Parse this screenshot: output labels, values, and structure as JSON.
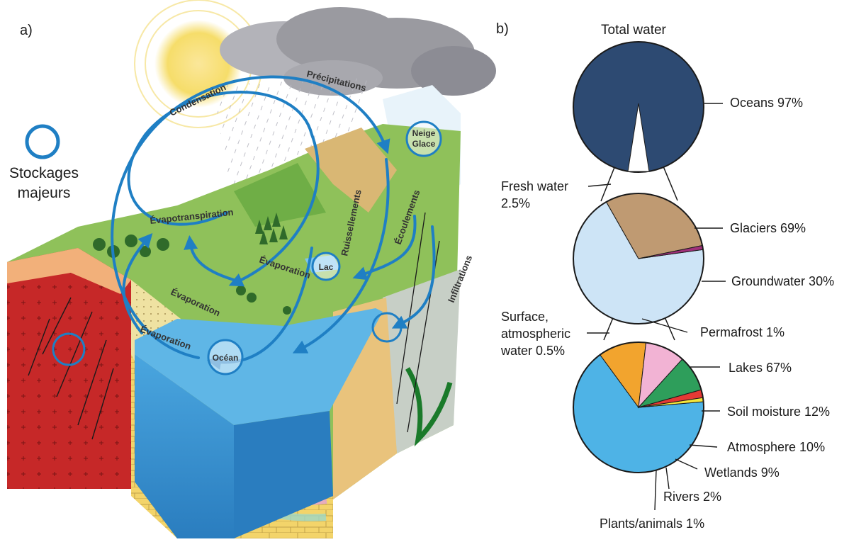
{
  "panel_a": {
    "label": "a)",
    "legend_line1": "Stockages",
    "legend_line2": "majeurs",
    "flows": {
      "condensation": "Condensation",
      "precipitations": "Précipitations",
      "evapotranspiration": "Évapotranspiration",
      "ruissellements": "Ruissellements",
      "ecoulements": "Écoulements",
      "infiltrations": "Infiltrations",
      "evaporation_lake": "Évaporation",
      "evaporation_land": "Évaporation",
      "evaporation_ocean": "Évaporation"
    },
    "storages": {
      "neige_line1": "Neige",
      "neige_line2": "Glace",
      "lac": "Lac",
      "ocean": "Océan"
    },
    "colors": {
      "arrow": "#1f7fc4",
      "ocean": "#3a9ad9",
      "land": "#8fc15a",
      "granite": "#c62828",
      "sand": "#e9d77a",
      "limestone": "#f3d46a",
      "cloud": "#9a9aa0",
      "sun": "#f6dd6a"
    }
  },
  "panel_b": {
    "label": "b)",
    "title": "Total water",
    "chart_data": [
      {
        "type": "pie",
        "name": "Total water",
        "slices": [
          {
            "label": "Oceans 97%",
            "value": 97,
            "color": "#2d4a72"
          },
          {
            "label": "Fresh water 2.5%",
            "value": 2.5,
            "color": "#ffffff"
          },
          {
            "label": "",
            "value": 0.5,
            "color": "#ffffff"
          }
        ]
      },
      {
        "type": "pie",
        "name": "Fresh water 2.5%",
        "slices": [
          {
            "label": "Glaciers 69%",
            "value": 69,
            "color": "#cde4f6"
          },
          {
            "label": "Groundwater 30%",
            "value": 30,
            "color": "#bf9a72"
          },
          {
            "label": "Permafrost 1%",
            "value": 1,
            "color": "#a0307a"
          }
        ]
      },
      {
        "type": "pie",
        "name": "Surface, atmospheric water 0.5%",
        "slices": [
          {
            "label": "Lakes 67%",
            "value": 67,
            "color": "#4eb3e6"
          },
          {
            "label": "Soil moisture 12%",
            "value": 12,
            "color": "#f2a42e"
          },
          {
            "label": "Atmosphere 10%",
            "value": 10,
            "color": "#f2b3d4"
          },
          {
            "label": "Wetlands 9%",
            "value": 9,
            "color": "#2e9e5b"
          },
          {
            "label": "Rivers 2%",
            "value": 2,
            "color": "#e53935"
          },
          {
            "label": "Plants/animals 1%",
            "value": 1,
            "color": "#f5e63b"
          }
        ]
      }
    ],
    "side_labels": {
      "fresh_line1": "Fresh water",
      "fresh_line2": "2.5%",
      "surface_line1": "Surface,",
      "surface_line2": "atmospheric",
      "surface_line3": "water 0.5%"
    }
  }
}
